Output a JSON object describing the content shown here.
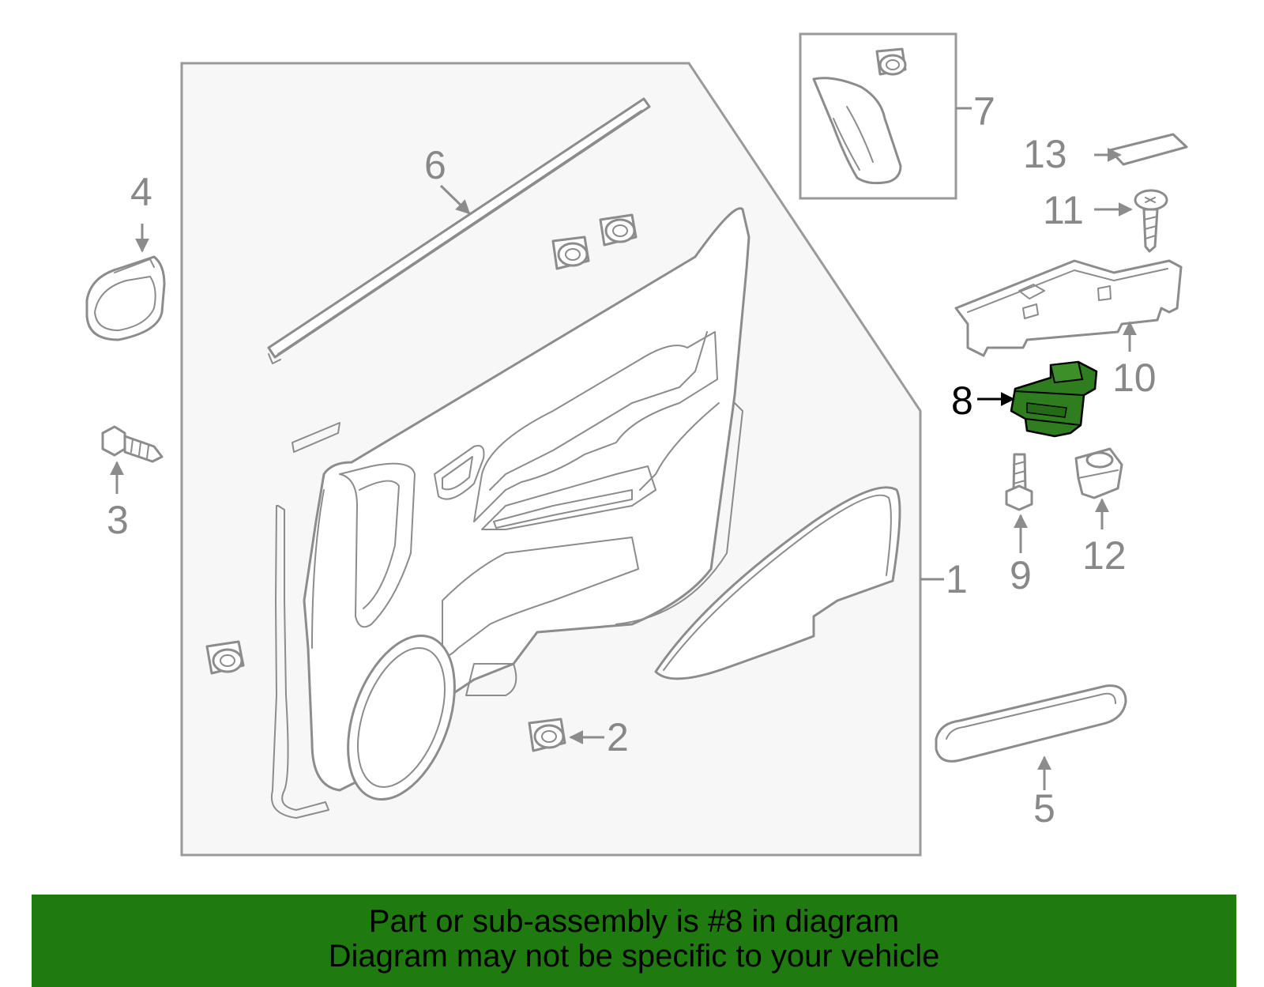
{
  "diagram": {
    "callouts": {
      "c1": "1",
      "c2": "2",
      "c3": "3",
      "c4": "4",
      "c5": "5",
      "c6": "6",
      "c7": "7",
      "c8": "8",
      "c9": "9",
      "c10": "10",
      "c11": "11",
      "c12": "12",
      "c13": "13"
    },
    "highlighted_part": "8",
    "highlight_color": "#2e7d1e",
    "line_color": "#8c8c8c"
  },
  "banner": {
    "line1": "Part or sub-assembly is #8 in diagram",
    "line2": "Diagram may not be specific to your vehicle",
    "background": "#1f7a10"
  }
}
